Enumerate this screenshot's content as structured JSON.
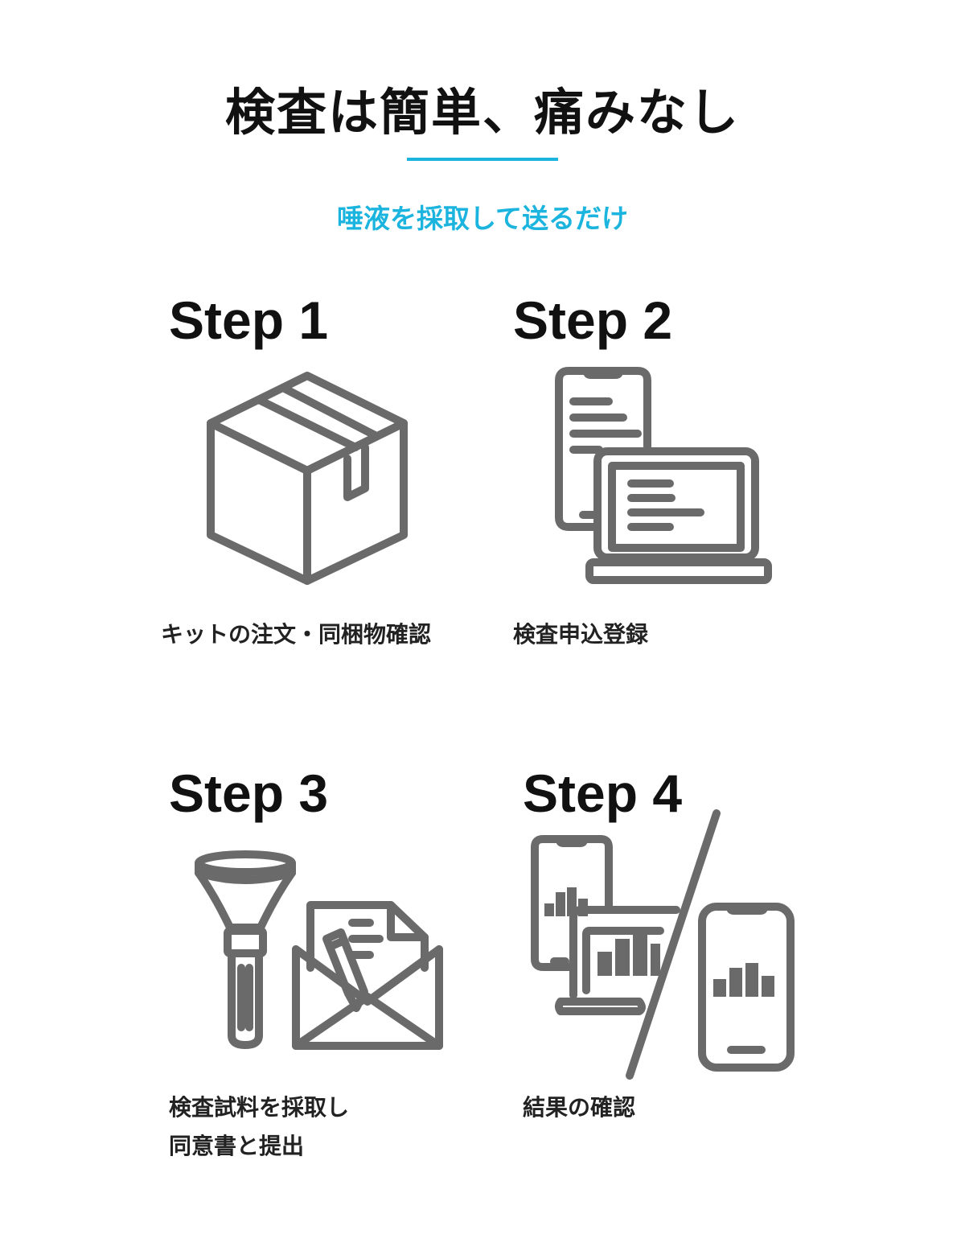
{
  "header": {
    "title": "検査は簡単、痛みなし",
    "subtitle": "唾液を採取して送るだけ",
    "accent_color": "#1ab4de"
  },
  "icon_color": "#6a6a6a",
  "steps": [
    {
      "title": "Step 1",
      "icon": "package-box-icon",
      "lines": [
        "キットの注文・同梱物確認"
      ]
    },
    {
      "title": "Step 2",
      "icon": "phone-laptop-icon",
      "lines": [
        "検査申込登録"
      ]
    },
    {
      "title": "Step 3",
      "icon": "saliva-kit-envelope-icon",
      "lines": [
        "検査試料を採取し",
        "同意書と提出"
      ]
    },
    {
      "title": "Step 4",
      "icon": "results-devices-icon",
      "lines": [
        "結果の確認"
      ]
    }
  ]
}
